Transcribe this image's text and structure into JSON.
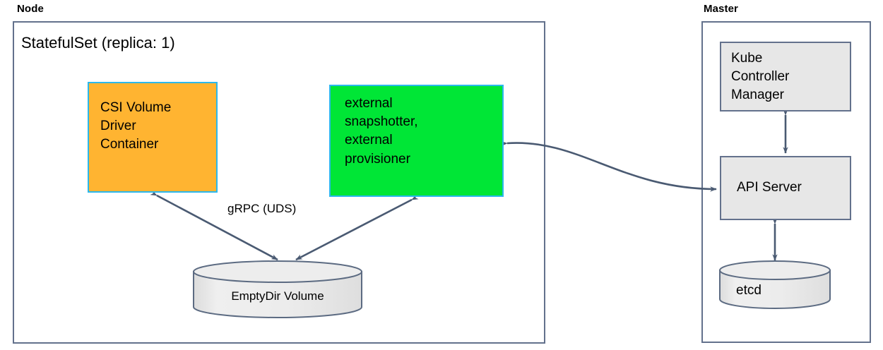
{
  "diagram": {
    "title_hidden": "",
    "colors": {
      "orange_fill": "#ffb431",
      "green_fill": "#00e636",
      "cyan_border": "#2bb8ec",
      "gray_fill": "#e7e7e7",
      "slate_border": "#63718c",
      "arrow_stroke": "#4a5a72",
      "background": "#ffffff",
      "text": "#000000"
    },
    "groups": [
      {
        "id": "node",
        "label": "Node"
      },
      {
        "id": "master",
        "label": "Master"
      }
    ],
    "node": {
      "label": "Node",
      "inner_title": "StatefulSet (replica: 1)",
      "boxes": [
        {
          "id": "csi-volume-driver-container",
          "text": "CSI Volume\nDriver\nContainer",
          "style": "orange"
        },
        {
          "id": "external-snapshotter-provisioner",
          "text": "external\nsnapshotter,\nexternal\nprovisioner",
          "style": "green"
        }
      ],
      "cylinders": [
        {
          "id": "emptydir-volume",
          "label": "EmptyDir Volume"
        }
      ],
      "edge_labels": [
        {
          "id": "grpc-uds",
          "text": "gRPC (UDS)"
        }
      ]
    },
    "master": {
      "label": "Master",
      "boxes": [
        {
          "id": "kube-controller-manager",
          "text": "Kube\nController\nManager",
          "style": "gray"
        },
        {
          "id": "api-server",
          "text": "API Server",
          "style": "gray"
        }
      ],
      "cylinders": [
        {
          "id": "etcd",
          "label": "etcd"
        }
      ]
    },
    "connections": [
      {
        "id": "csi-to-emptydir",
        "from": "csi-volume-driver-container",
        "to": "emptydir-volume",
        "label": "gRPC (UDS)",
        "arrow": "double"
      },
      {
        "id": "provisioner-to-emptydir",
        "from": "external-snapshotter-provisioner",
        "to": "emptydir-volume",
        "label": "",
        "arrow": "double"
      },
      {
        "id": "provisioner-to-apiserver",
        "from": "external-snapshotter-provisioner",
        "to": "api-server",
        "label": "",
        "arrow": "double"
      },
      {
        "id": "kcm-to-apiserver",
        "from": "kube-controller-manager",
        "to": "api-server",
        "label": "",
        "arrow": "double"
      },
      {
        "id": "apiserver-to-etcd",
        "from": "api-server",
        "to": "etcd",
        "label": "",
        "arrow": "double"
      }
    ]
  }
}
